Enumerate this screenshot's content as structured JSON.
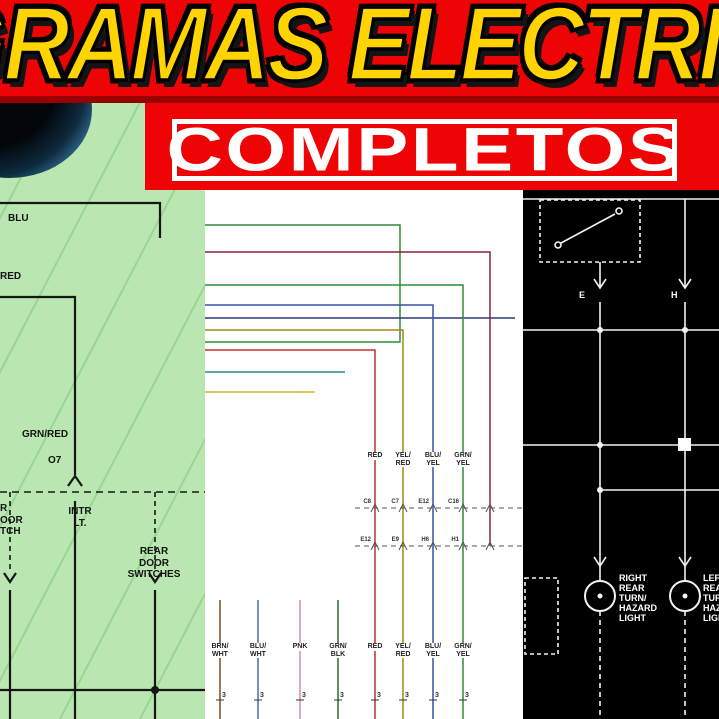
{
  "banner": {
    "title": "GRAMAS ELECTRIC",
    "subtitle": "COMPLETOS"
  },
  "colors": {
    "banner_red": "#ee0404",
    "banner_dark_red": "#9a0000",
    "title_yellow": "#ffd400",
    "subtitle_white": "#ffffff",
    "left_panel_bg": "#b9e6b1",
    "middle_panel_bg": "#ffffff",
    "right_panel_bg": "#000000"
  },
  "left": {
    "blu": "BLU",
    "red": "RED",
    "grn_red": "GRN/RED",
    "o7": "O7",
    "intr_lt": "INTR\nLT.",
    "edge_partial": "R\nOOR\nTCH",
    "rear_door_switches": "REAR\nDOOR\nSWITCHES"
  },
  "middle": {
    "mid_labels": [
      "RED",
      "YEL/\nRED",
      "BLU/\nYEL",
      "GRN/\nYEL"
    ],
    "conn_row1": [
      "C8",
      "C7",
      "E12",
      "C16"
    ],
    "conn_row2": [
      "E12",
      "E9",
      "H6",
      "H1"
    ],
    "bottom_labels": [
      "BRN/\nWHT",
      "BLU/\nWHT",
      "PNK",
      "GRN/\nBLK",
      "RED",
      "YEL/\nRED",
      "BLU/\nYEL",
      "GRN/\nYEL"
    ],
    "pin": "3",
    "wire_colors": {
      "red": "#c03030",
      "yel_red": "#a08a10",
      "blu_yel": "#3a50a8",
      "grn_yel": "#2e8b3a",
      "brn_wht": "#7a4a1e",
      "blu_wht": "#4a6ab0",
      "pnk": "#d888a8",
      "grn_blk": "#2e6b2e"
    }
  },
  "right": {
    "e": "E",
    "h": "H",
    "right_lamp": "RIGHT\nREAR\nTURN/\nHAZARD\nLIGHT",
    "left_lamp": "LEFT\nREAR\nTURN/\nHAZARD\nLIGHT"
  }
}
